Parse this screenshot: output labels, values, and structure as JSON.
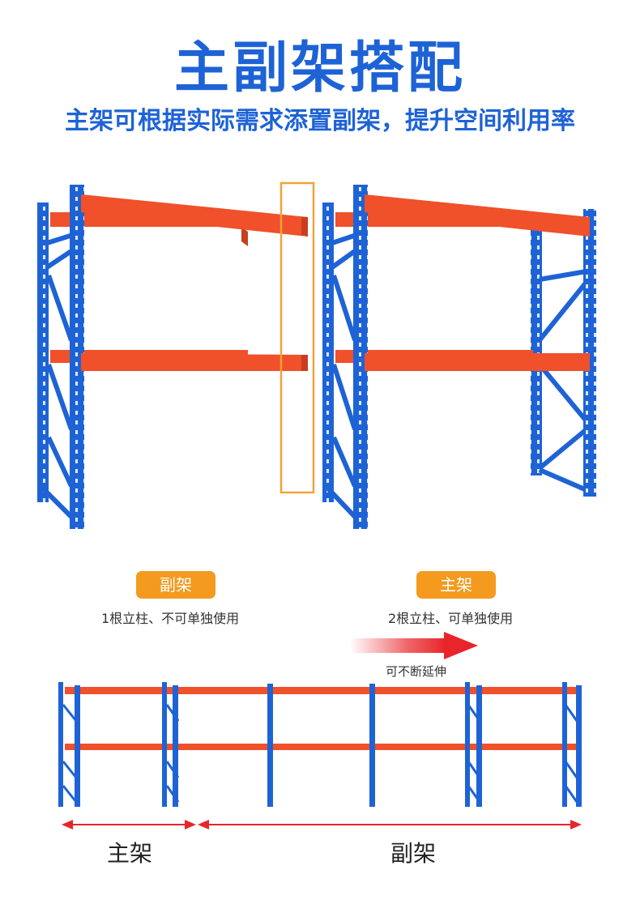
{
  "header": {
    "title": "主副架搭配",
    "subtitle": "主架可根据实际需求添置副架，提升空间利用率"
  },
  "left_panel": {
    "badge": "副架",
    "description": "1根立柱、不可单独使用"
  },
  "right_panel": {
    "badge": "主架",
    "description": "2根立柱、可单独使用"
  },
  "extension": {
    "label": "可不断延伸"
  },
  "bottom": {
    "main_label": "主架",
    "sub_label": "副架"
  },
  "colors": {
    "upright_blue": "#1e63d6",
    "beam_orange": "#f0502a",
    "badge_orange": "#f39a1f",
    "highlight_box": "#f2a23a",
    "arrow_red": "#e8252a"
  }
}
